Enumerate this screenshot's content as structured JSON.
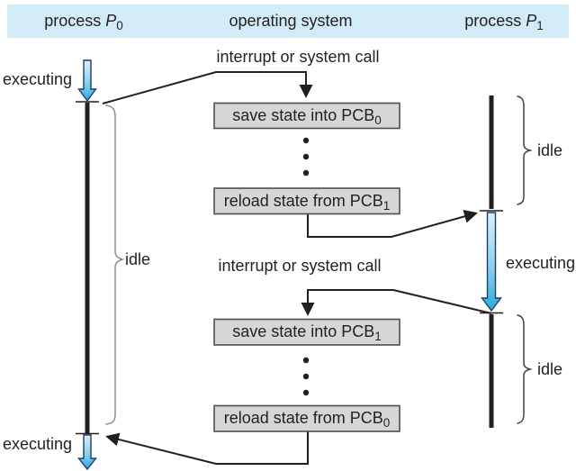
{
  "figure": {
    "description": "Diagram showing CPU switch from process to process (context switch between P0 and P1 via the operating system)"
  },
  "header": {
    "left": {
      "pre": "process ",
      "var": "P",
      "sub": "0"
    },
    "center": {
      "label": "operating system"
    },
    "right": {
      "pre": "process ",
      "var": "P",
      "sub": "1"
    }
  },
  "timeline_p0": {
    "executing_top": "executing",
    "idle": "idle",
    "executing_bottom": "executing"
  },
  "timeline_p1": {
    "idle_top": "idle",
    "executing": "executing",
    "idle_bottom": "idle"
  },
  "os_column": {
    "interrupt_top": "interrupt or system call",
    "interrupt_bottom": "interrupt or system call",
    "boxes": [
      {
        "text": "save state into PCB",
        "sub": "0"
      },
      {
        "text": "reload state from PCB",
        "sub": "1"
      },
      {
        "text": "save state into PCB",
        "sub": "1"
      },
      {
        "text": "reload state from PCB",
        "sub": "0"
      }
    ]
  },
  "colors": {
    "header_bg": "#d3ebf7",
    "box_fill": "#d6d6d6",
    "box_border": "#4d4d4d",
    "line": "#231f20",
    "brace_left": "#8a8c8f",
    "brace_right": "#414042",
    "exec_arrow_top": "#ddeffa",
    "exec_arrow_bottom": "#29a8e0",
    "exec_arrow_outline": "#1c3e60"
  }
}
